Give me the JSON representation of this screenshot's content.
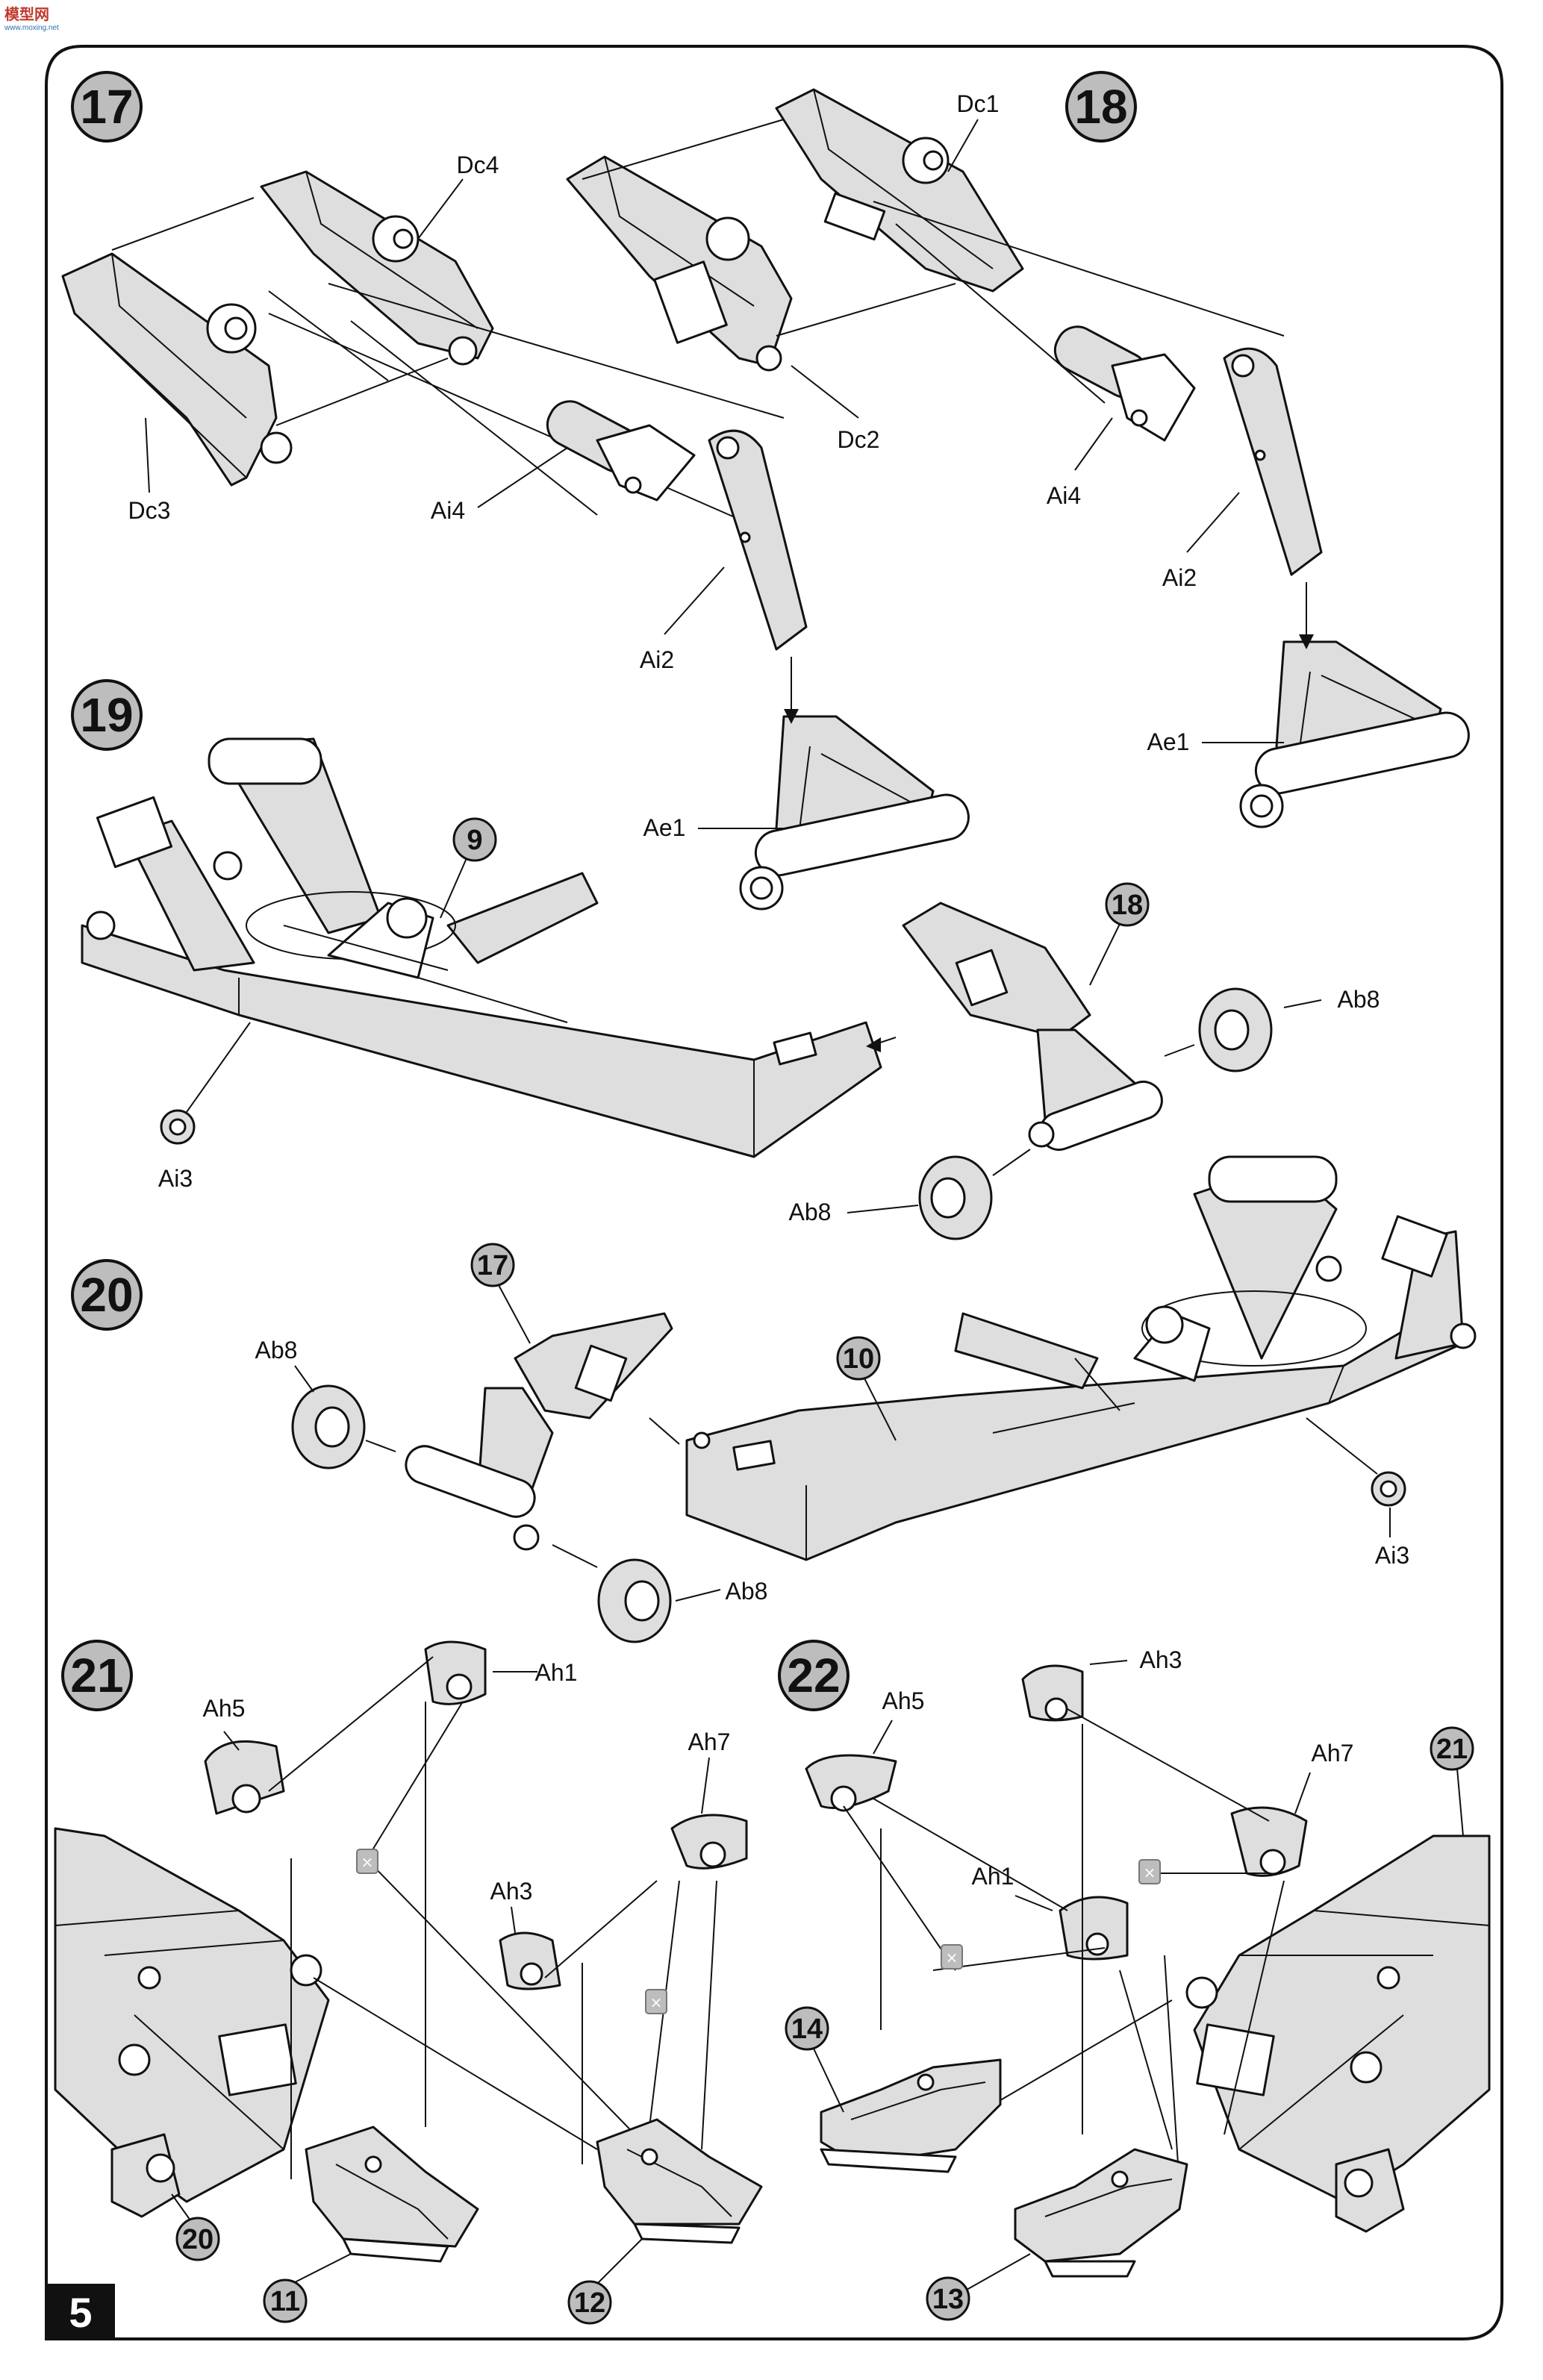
{
  "watermark": {
    "title": "模型网",
    "subtitle": "www.moxing.net"
  },
  "page_number": "5",
  "steps": [
    {
      "id": "step-17",
      "number": "17"
    },
    {
      "id": "step-18",
      "number": "18"
    },
    {
      "id": "step-19",
      "number": "19"
    },
    {
      "id": "step-20",
      "number": "20"
    },
    {
      "id": "step-21",
      "number": "21"
    },
    {
      "id": "step-22",
      "number": "22"
    }
  ],
  "step_refs": {
    "r9": "9",
    "r18": "18",
    "r17": "17",
    "r10": "10",
    "r20": "20",
    "r11": "11",
    "r12": "12",
    "r21": "21",
    "r14": "14",
    "r13": "13"
  },
  "labels": {
    "s17_dc4": "Dc4",
    "s17_dc3": "Dc3",
    "s17_ai4": "Ai4",
    "s17_ai2": "Ai2",
    "s17_ae1": "Ae1",
    "s18_dc1": "Dc1",
    "s18_dc2": "Dc2",
    "s18_ai4": "Ai4",
    "s18_ai2": "Ai2",
    "s18_ae1": "Ae1",
    "s19_ai3": "Ai3",
    "s19_ab8a": "Ab8",
    "s19_ab8b": "Ab8",
    "s20_ab8a": "Ab8",
    "s20_ab8b": "Ab8",
    "s20_ai3": "Ai3",
    "s21_ah5": "Ah5",
    "s21_ah1": "Ah1",
    "s21_ah7": "Ah7",
    "s21_ah3": "Ah3",
    "s22_ah5": "Ah5",
    "s22_ah3": "Ah3",
    "s22_ah7": "Ah7",
    "s22_ah1": "Ah1"
  },
  "colors": {
    "ink": "#111111",
    "part_fill": "#dedede",
    "badge_fill": "#bdbdbd"
  },
  "icons": {
    "glue": "glue-icon"
  }
}
